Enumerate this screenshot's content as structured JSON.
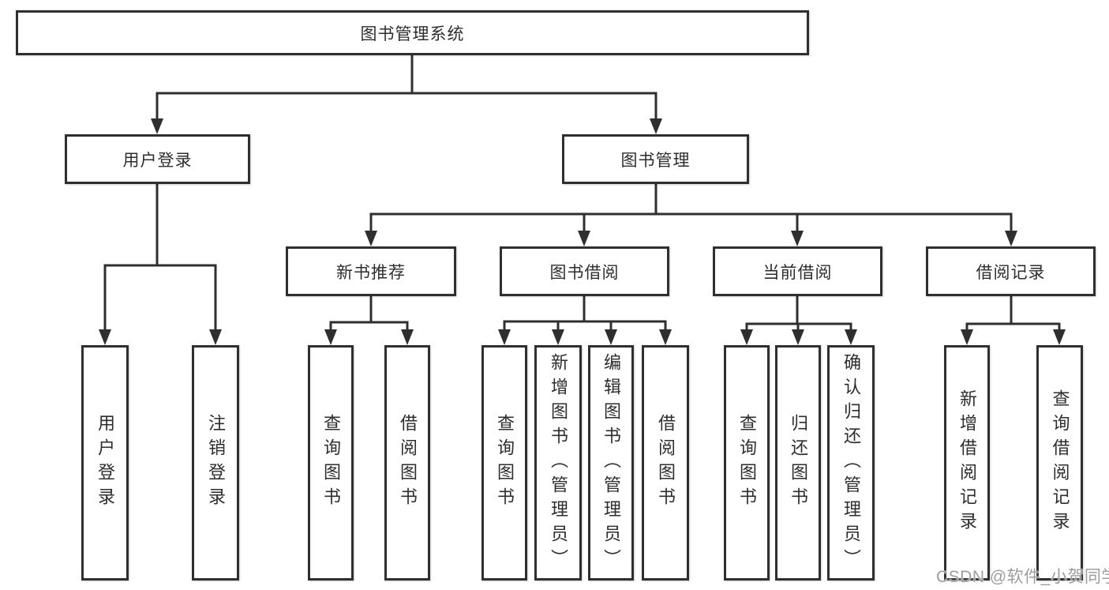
{
  "diagram_title": "图书管理系统",
  "tree": {
    "label": "图书管理系统",
    "children": [
      {
        "label": "用户登录",
        "children": [
          {
            "label": "用户登录"
          },
          {
            "label": "注销登录"
          }
        ]
      },
      {
        "label": "图书管理",
        "children": [
          {
            "label": "新书推荐",
            "children": [
              {
                "label": "查询图书"
              },
              {
                "label": "借阅图书"
              }
            ]
          },
          {
            "label": "图书借阅",
            "children": [
              {
                "label": "查询图书"
              },
              {
                "label": "新增图书（管理员）"
              },
              {
                "label": "编辑图书（管理员）"
              },
              {
                "label": "借阅图书"
              }
            ]
          },
          {
            "label": "当前借阅",
            "children": [
              {
                "label": "查询图书"
              },
              {
                "label": "归还图书"
              },
              {
                "label": "确认归还（管理员）"
              }
            ]
          },
          {
            "label": "借阅记录",
            "children": [
              {
                "label": "新增借阅记录"
              },
              {
                "label": "查询借阅记录"
              }
            ]
          }
        ]
      }
    ]
  },
  "watermark": "CSDN @软件_小贺同学",
  "colors": {
    "line": "#2f2f2f",
    "text": "#2d2d2d",
    "box_background": "#ffffff",
    "watermark": "#9d9d9d"
  }
}
